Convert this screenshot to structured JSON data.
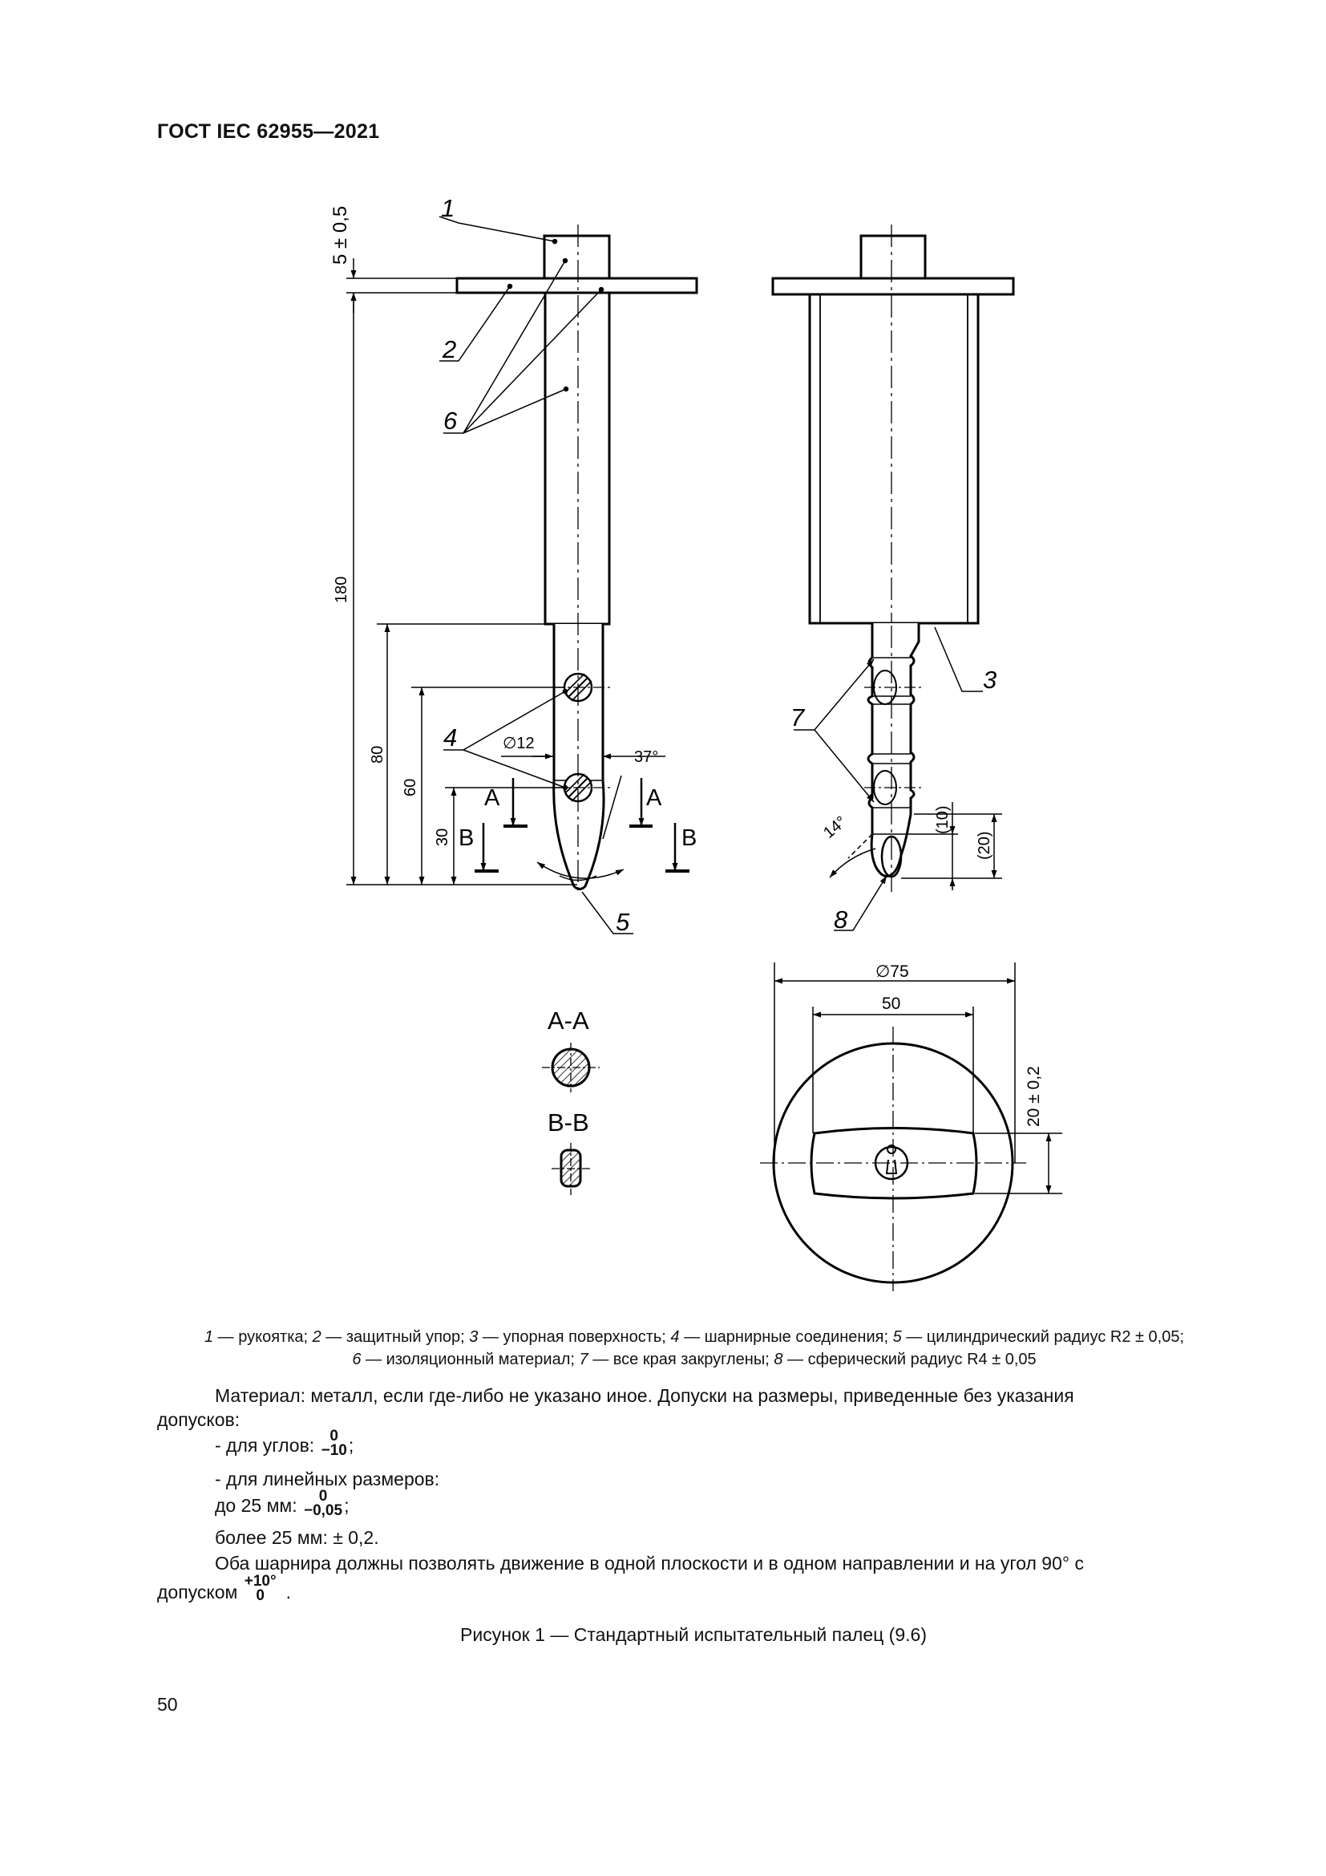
{
  "header": {
    "title": "ГОСТ IEC 62955—2021"
  },
  "drawing": {
    "callouts": [
      "1",
      "2",
      "3",
      "4",
      "5",
      "6",
      "7",
      "8"
    ],
    "dimensions": {
      "flange": "5 ± 0,5",
      "total": "180",
      "d80": "80",
      "d60": "60",
      "d30": "30",
      "dia12": "∅12",
      "angle37": "37°",
      "angle14": "14°",
      "d10": "(10)",
      "d20": "(20)",
      "dia75": "∅75",
      "d50": "50",
      "d20tol": "20 ± 0,2"
    },
    "sections": {
      "a": "A",
      "b": "B",
      "aa": "A-A",
      "bb": "B-B"
    }
  },
  "legend": {
    "line1": [
      {
        "n": "1",
        "t": " — рукоятка; "
      },
      {
        "n": "2",
        "t": " — защитный упор; "
      },
      {
        "n": "3",
        "t": " — упорная поверхность; "
      },
      {
        "n": "4",
        "t": " — шарнирные соединения; "
      },
      {
        "n": "5",
        "t": " — цилиндрический радиус R2 ± 0,05;"
      }
    ],
    "line2": [
      {
        "n": "6",
        "t": " — изоляционный материал; "
      },
      {
        "n": "7",
        "t": " — все края закруглены; "
      },
      {
        "n": "8",
        "t": " — сферический радиус R4 ± 0,05"
      }
    ]
  },
  "notes": {
    "material_line1": "Материал: металл, если где-либо не указано иное. Допуски на размеры, приведенные без указания",
    "material_line2": "допусков:",
    "angles_label": "-  для углов:",
    "angles_upper": "0",
    "angles_lower": "−10",
    "linear_label": "-  для линейных размеров:",
    "upto25_label": "до 25 мм:",
    "upto25_upper": "0",
    "upto25_lower": "−0,05",
    "over25": "более 25 мм: ± 0,2.",
    "hinge_line1": "Оба шарнира должны позволять движение в одной плоскости и в одном направлении и на угол 90° с",
    "hinge_line2": "допуском",
    "hinge_upper": "+10°",
    "hinge_lower": "0",
    "end_dot": ".",
    "semicolon": ";"
  },
  "caption": "Рисунок 1 — Стандартный испытательный палец (9.6)",
  "page_number": "50"
}
